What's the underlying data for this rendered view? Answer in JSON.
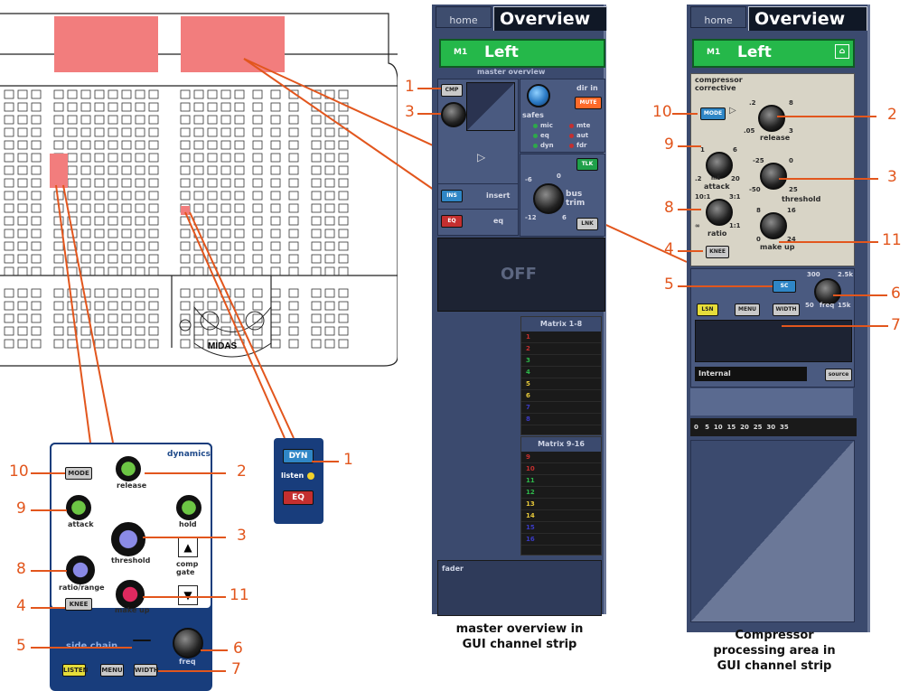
{
  "console": {
    "brand": "MIDAS"
  },
  "hardware_panel": {
    "dynamics_label": "dynamics",
    "buttons": {
      "mode": "MODE",
      "knee": "KNEE",
      "side_chain_label": "side chain",
      "listen": "LISTEN",
      "menu": "MENU",
      "width": "WIDTH"
    },
    "knobs": {
      "release": "release",
      "attack": "attack",
      "hold": "hold",
      "threshold": "threshold",
      "ratio_range": "ratio/range",
      "make_up": "make up",
      "freq": "freq"
    },
    "comp_gate": "comp\ngate"
  },
  "dyn_panel": {
    "dyn": "DYN",
    "listen": "listen",
    "eq": "EQ"
  },
  "strip1": {
    "tab_home": "home",
    "tab_overview": "Overview",
    "channel_id": "M1",
    "channel_name": "Left",
    "section_title": "master overview",
    "cmp": "CMP",
    "dir_in": "dir in",
    "mute": "MUTE",
    "safes": "safes",
    "safe_mic": "mic",
    "safe_mte": "mte",
    "safe_eq": "eq",
    "safe_aut": "aut",
    "safe_dyn": "dyn",
    "safe_fdr": "fdr",
    "ins": "INS",
    "insert": "insert",
    "eq_btn": "EQ",
    "eq_label": "eq",
    "tlk": "TLK",
    "lnk": "LNK",
    "bus_trim": "bus\ntrim",
    "scale_minus6": "-6",
    "scale_zero": "0",
    "scale_minus12": "-12",
    "scale_six": "6",
    "off": "OFF",
    "matrix1": "Matrix 1-8",
    "matrix2": "Matrix 9-16",
    "matrix1_rows": [
      "1",
      "2",
      "3",
      "4",
      "5",
      "6",
      "7",
      "8"
    ],
    "matrix2_rows": [
      "9",
      "10",
      "11",
      "12",
      "13",
      "14",
      "15",
      "16"
    ],
    "fader": "fader"
  },
  "strip2": {
    "tab_home": "home",
    "tab_overview": "Overview",
    "channel_id": "M1",
    "channel_name": "Left",
    "section_title": "compressor\ncorrective",
    "mode": "MODE",
    "release": "release",
    "release_scale": [
      ".2",
      "8",
      ".05",
      "3"
    ],
    "attack": "attack",
    "attack_scale": [
      "1",
      "6",
      ".2",
      "mS",
      "20"
    ],
    "threshold": "threshold",
    "threshold_scale": [
      "-25",
      "0",
      "-50",
      "25"
    ],
    "ratio": "ratio",
    "ratio_scale": [
      "10:1",
      "3:1",
      "∞",
      "1:1"
    ],
    "knee": "KNEE",
    "make_up": "make up",
    "makeup_scale": [
      "8",
      "16",
      "0",
      "24"
    ],
    "sc": "SC",
    "freq": "freq",
    "freq_scale": [
      "300",
      "2.5k",
      "50",
      "15k"
    ],
    "lsn": "LSN",
    "menu": "MENU",
    "width": "WIDTH",
    "source_name": "Internal",
    "source_btn": "source",
    "meter_scale": "0   5  10  15  20  25  30  35"
  },
  "callouts": {
    "hw": [
      "10",
      "9",
      "8",
      "4",
      "5",
      "2",
      "3",
      "11",
      "6",
      "7"
    ],
    "dyn": [
      "1"
    ],
    "strip1": [
      "1",
      "3"
    ],
    "strip2": [
      "10",
      "9",
      "8",
      "4",
      "5",
      "2",
      "3",
      "11",
      "6",
      "7"
    ]
  },
  "captions": {
    "strip1": "master overview in\nGUI channel strip",
    "strip2": "Compressor\nprocessing area in\nGUI channel strip"
  },
  "colors": {
    "callout": "#e2561d",
    "highlight": "#f27d7d",
    "green_bar": "#25b84a",
    "strip_bg": "#3b4a6e",
    "hw_panel": "#183d7c"
  }
}
